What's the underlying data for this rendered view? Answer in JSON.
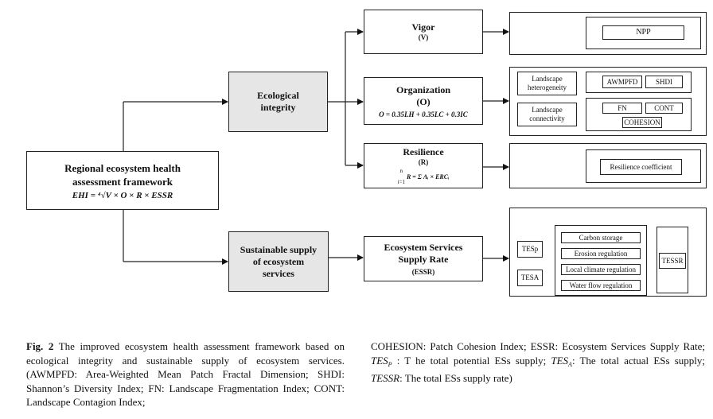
{
  "main": {
    "title_line1": "Regional ecosystem health",
    "title_line2": "assessment framework",
    "formula": "EHI = ⁴√V × O × R × ESSR"
  },
  "ecological": {
    "line1": "Ecological",
    "line2": "integrity"
  },
  "sustainable": {
    "line1": "Sustainable supply",
    "line2": "of ecosystem",
    "line3": "services"
  },
  "vigor": {
    "title": "Vigor",
    "abbr": "(V)"
  },
  "organization": {
    "title": "Organization",
    "abbr": "(O)",
    "formula": "O = 0.35LH + 0.35LC + 0.3IC"
  },
  "resilience": {
    "title": "Resilience",
    "abbr": "(R)",
    "formula": "R = Σ Aᵢ × ERCᵢ",
    "sum_top": "n",
    "sum_bottom": "i=1"
  },
  "essr": {
    "line1": "Ecosystem Services",
    "line2": "Supply Rate",
    "abbr": "(ESSR)"
  },
  "right": {
    "npp": "NPP",
    "landscape_heterogeneity_1": "Landscape",
    "landscape_heterogeneity_2": "heterogeneity",
    "landscape_connectivity_1": "Landscape",
    "landscape_connectivity_2": "connectivity",
    "awmpfd": "AWMPFD",
    "shdi": "SHDI",
    "fn": "FN",
    "cont": "CONT",
    "cohesion": "COHESION",
    "resilience_coefficient": "Resilience coefficient",
    "tesp": "TESp",
    "tesa": "TESA",
    "tessr": "TESSR",
    "services": [
      "Carbon storage",
      "Erosion regulation",
      "Local climate regulation",
      "Water flow regulation"
    ]
  },
  "caption": {
    "fig_label": "Fig. 2",
    "left_text": "The improved ecosystem health assessment framework based on ecological integrity and sustainable supply of ecosystem services. (AWMPFD: Area-Weighted Mean Patch Fractal Dimension; SHDI: Shannon’s Diversity Index; FN: Landscape Fragmentation Index; CONT: Landscape Contagion Index;",
    "right_line1": "COHESION: Patch Cohesion Index; ESSR: Ecosystem Services Supply Rate;",
    "right_tesp": "TES",
    "right_tesp_sub": "P",
    "right_colon_t": ": T",
    "right_he": "he total potential ESs supply;",
    "right_tesa": "TES",
    "right_tesa_sub": "A",
    "right_actual": ": The total actual ESs supply;",
    "right_tessr": "TESSR",
    "right_tail": ": The total ESs supply rate)"
  }
}
